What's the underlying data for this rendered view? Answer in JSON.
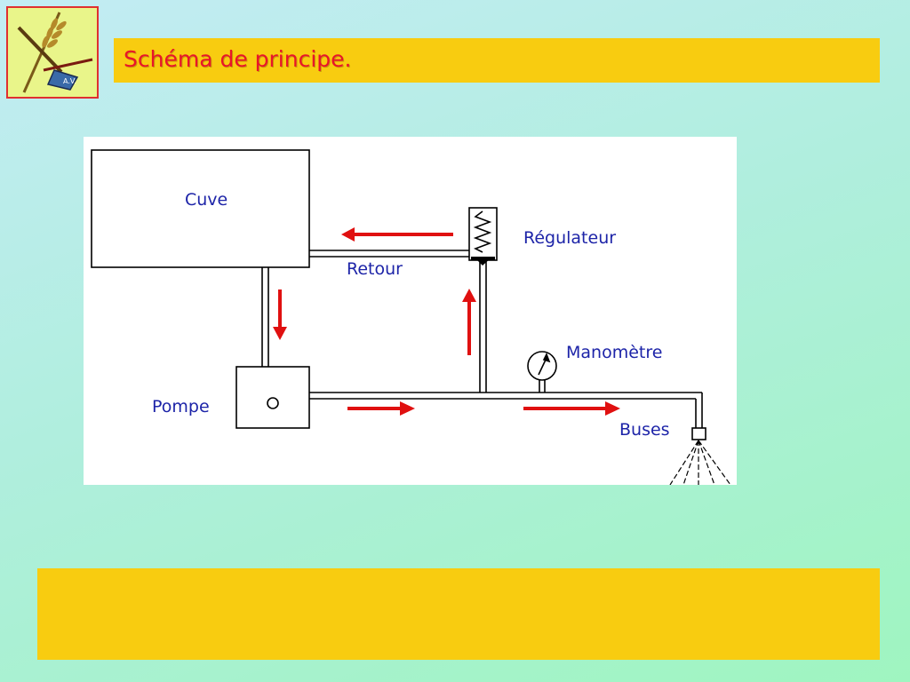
{
  "slide": {
    "title": "Schéma de principe.",
    "logo": {
      "icon": "plough-wheat-logo",
      "text": "A.V."
    }
  },
  "diagram": {
    "labels": {
      "cuve": "Cuve",
      "regulateur": "Régulateur",
      "retour": "Retour",
      "manometre": "Manomètre",
      "pompe": "Pompe",
      "buses": "Buses"
    },
    "flow_arrows": [
      "return-left",
      "return-up",
      "tank-down",
      "pressure-right",
      "nozzle-right"
    ]
  },
  "colors": {
    "title_bar": "#f8cc10",
    "title_text": "#e8152a",
    "label_text": "#1d24a8",
    "flow_arrow": "#e01010",
    "footer_bar": "#f8cc10"
  },
  "footer": {
    "text": ""
  }
}
